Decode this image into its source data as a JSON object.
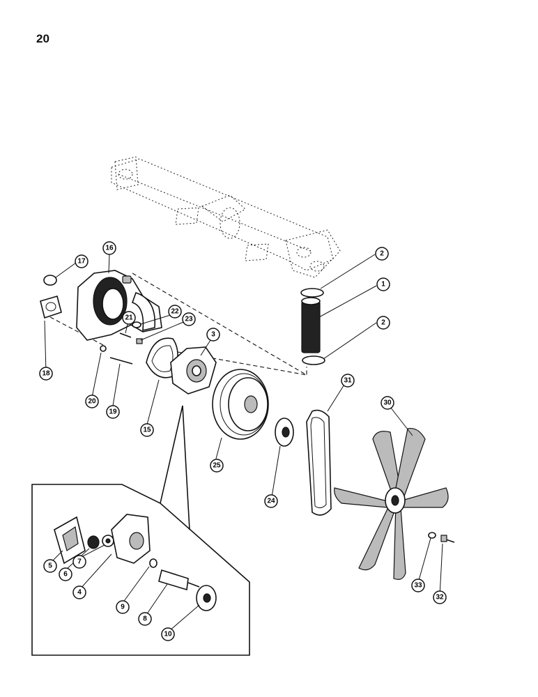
{
  "page": {
    "number": "20"
  },
  "callouts": [
    {
      "id": "c1",
      "label": "1"
    },
    {
      "id": "c2a",
      "label": "2"
    },
    {
      "id": "c2b",
      "label": "2"
    },
    {
      "id": "c3",
      "label": "3"
    },
    {
      "id": "c4",
      "label": "4"
    },
    {
      "id": "c5",
      "label": "5"
    },
    {
      "id": "c6",
      "label": "6"
    },
    {
      "id": "c7",
      "label": "7"
    },
    {
      "id": "c8",
      "label": "8"
    },
    {
      "id": "c9",
      "label": "9"
    },
    {
      "id": "c10",
      "label": "10"
    },
    {
      "id": "c15",
      "label": "15"
    },
    {
      "id": "c16",
      "label": "16"
    },
    {
      "id": "c17",
      "label": "17"
    },
    {
      "id": "c18",
      "label": "18"
    },
    {
      "id": "c19",
      "label": "19"
    },
    {
      "id": "c20",
      "label": "20"
    },
    {
      "id": "c21",
      "label": "21"
    },
    {
      "id": "c22",
      "label": "22"
    },
    {
      "id": "c23",
      "label": "23"
    },
    {
      "id": "c24",
      "label": "24"
    },
    {
      "id": "c25",
      "label": "25"
    },
    {
      "id": "c30",
      "label": "30"
    },
    {
      "id": "c31",
      "label": "31"
    },
    {
      "id": "c32",
      "label": "32"
    },
    {
      "id": "c33",
      "label": "33"
    }
  ]
}
